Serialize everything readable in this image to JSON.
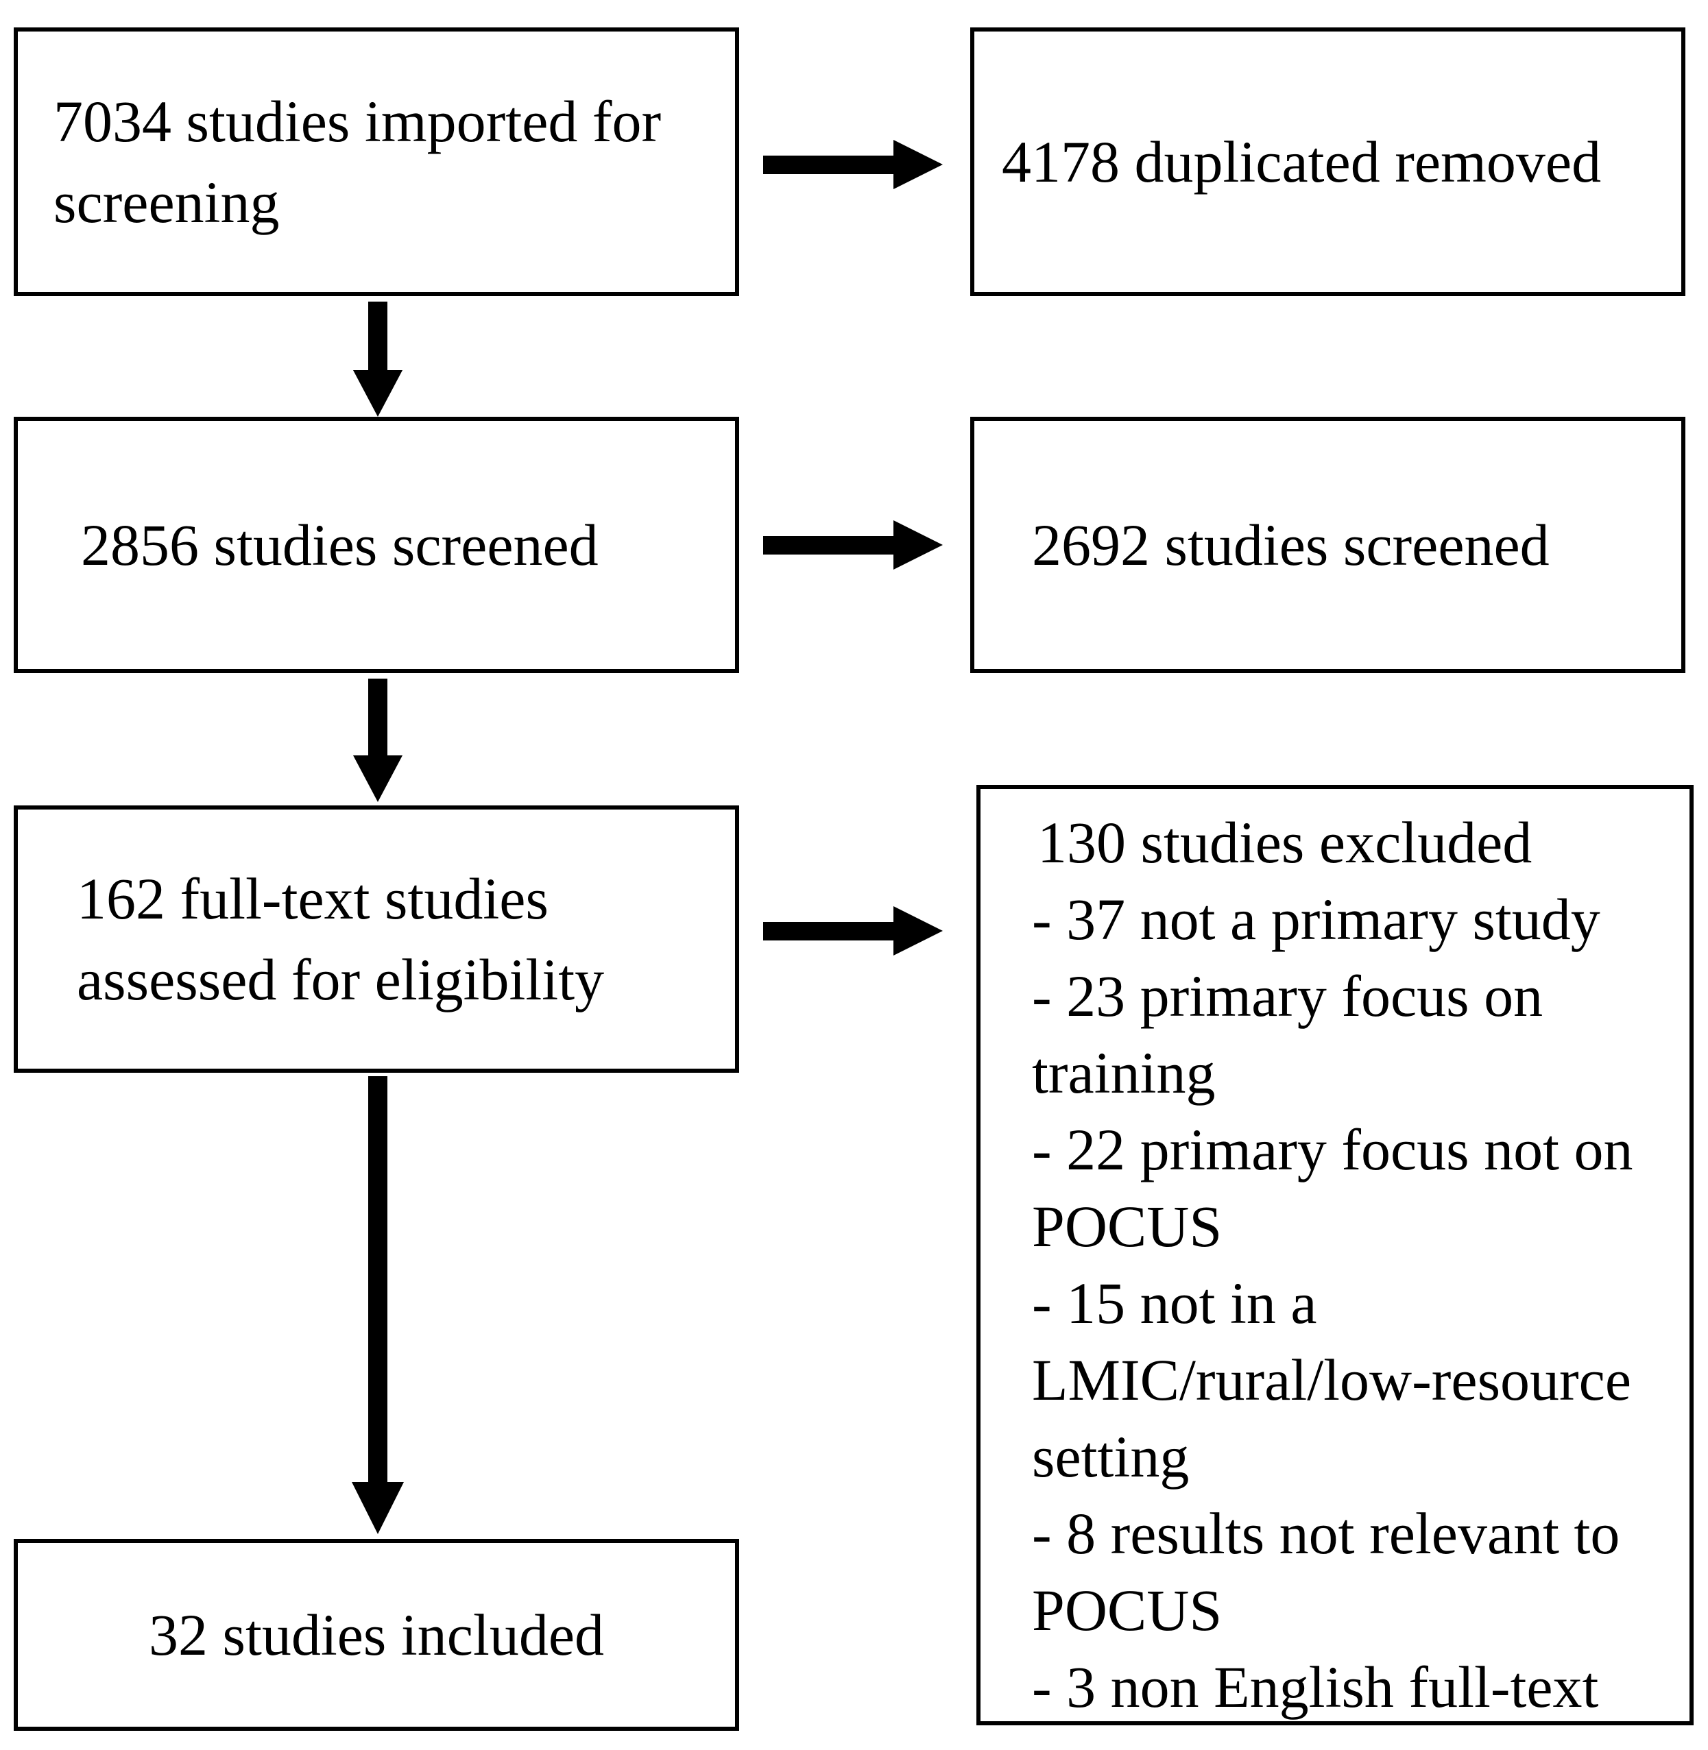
{
  "flow": {
    "imported": {
      "label": "7034 studies imported for screening"
    },
    "duplicates": {
      "label": "4178 duplicated removed"
    },
    "screened": {
      "label": "2856 studies screened"
    },
    "screened_removed": {
      "label": "2692 studies screened"
    },
    "fulltext": {
      "label": "162 full-text studies assessed for eligibility"
    },
    "excluded": {
      "title": "130 studies excluded",
      "reasons": [
        "37 not a primary study",
        "23 primary focus on training",
        "22 primary focus not on POCUS",
        "15 not in a LMIC/rural/low-resource setting",
        "8 results not relevant to POCUS",
        "3 non English full-text"
      ],
      "display_lines": [
        "130 studies excluded",
        "- 37 not a primary study",
        "- 23 primary focus on",
        "training",
        "- 22 primary focus not on",
        "POCUS",
        "- 15 not in a",
        "LMIC/rural/low-resource",
        "setting",
        "- 8 results not relevant to",
        "POCUS",
        "- 3 non English full-text"
      ]
    },
    "included": {
      "label": "32 studies included"
    }
  },
  "colors": {
    "border": "#000000",
    "arrow": "#000000",
    "text": "#000000",
    "background": "#ffffff"
  }
}
